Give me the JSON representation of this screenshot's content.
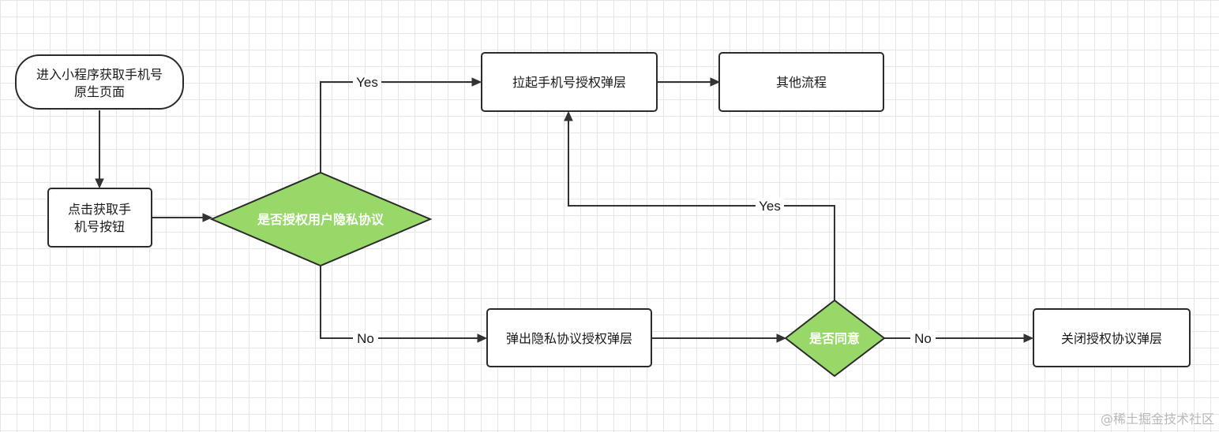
{
  "nodes": {
    "start": {
      "line1": "进入小程序获取手机号",
      "line2": "原生页面"
    },
    "tap_button": {
      "line1": "点击获取手",
      "line2": "机号按钮"
    },
    "privacy_check": {
      "label": "是否授权用户隐私协议"
    },
    "phone_auth_popup": {
      "label": "拉起手机号授权弹层"
    },
    "other_flow": {
      "label": "其他流程"
    },
    "privacy_popup": {
      "label": "弹出隐私协议授权弹层"
    },
    "agree_check": {
      "label": "是否同意"
    },
    "close_popup": {
      "label": "关闭授权协议弹层"
    }
  },
  "edges": {
    "privacy_yes": "Yes",
    "privacy_no": "No",
    "agree_yes": "Yes",
    "agree_no": "No"
  },
  "colors": {
    "decision_fill": "#97d869",
    "line": "#333333",
    "grid": "#e6e6e6"
  },
  "watermark": "@稀土掘金技术社区"
}
